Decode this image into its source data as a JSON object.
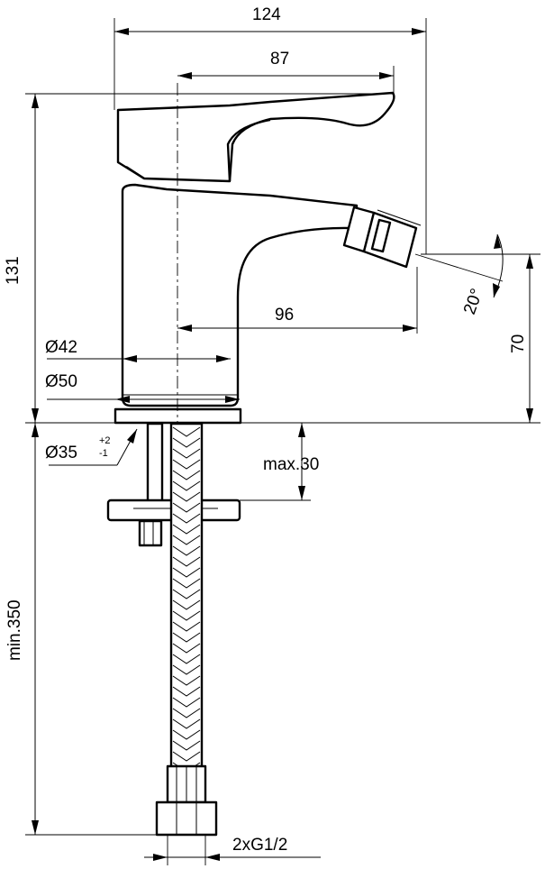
{
  "dimensions": {
    "total_width": "124",
    "handle_width": "87",
    "spout_reach": "96",
    "total_height": "131",
    "spout_height": "70",
    "spout_angle": "20°",
    "body_diameter": "Ø42",
    "base_diameter": "Ø50",
    "hole_diameter": "Ø35",
    "hole_tol_plus": "+2",
    "hole_tol_minus": "-1",
    "max_thickness": "max.30",
    "hose_length": "min.350",
    "connection": "2xG1/2"
  }
}
